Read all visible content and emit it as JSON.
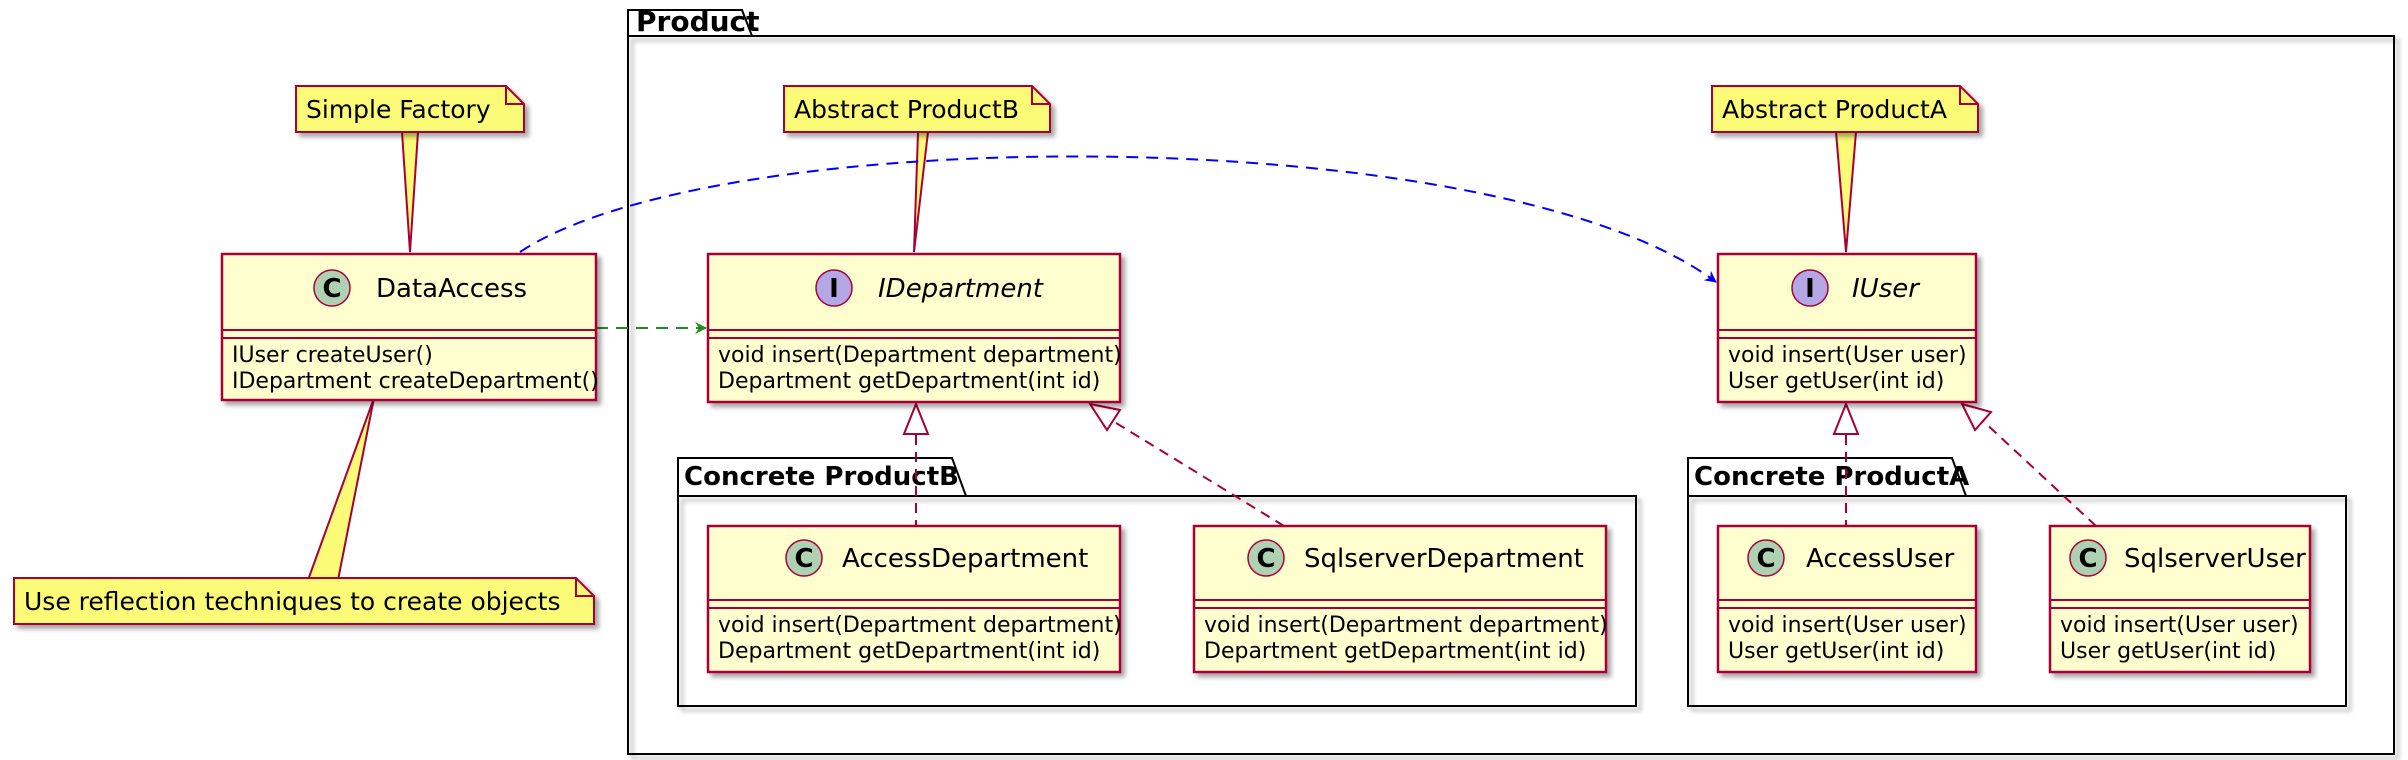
{
  "packages": {
    "product": "Product",
    "concrete_b": "Concrete ProductB",
    "concrete_a": "Concrete ProductA"
  },
  "notes": {
    "simple_factory": "Simple Factory",
    "abstract_b": "Abstract ProductB",
    "abstract_a": "Abstract ProductA",
    "reflection": "Use reflection techniques to create objects"
  },
  "classes": {
    "data_access": {
      "stereotype": "C",
      "name": "DataAccess",
      "methods": [
        "IUser createUser()",
        "IDepartment createDepartment()"
      ]
    },
    "idepartment": {
      "stereotype": "I",
      "name": "IDepartment",
      "methods": [
        "void insert(Department department)",
        "Department getDepartment(int id)"
      ]
    },
    "iuser": {
      "stereotype": "I",
      "name": "IUser",
      "methods": [
        "void insert(User user)",
        "User getUser(int id)"
      ]
    },
    "access_department": {
      "stereotype": "C",
      "name": "AccessDepartment",
      "methods": [
        "void insert(Department department)",
        "Department getDepartment(int id)"
      ]
    },
    "sqlserver_department": {
      "stereotype": "C",
      "name": "SqlserverDepartment",
      "methods": [
        "void insert(Department department)",
        "Department getDepartment(int id)"
      ]
    },
    "access_user": {
      "stereotype": "C",
      "name": "AccessUser",
      "methods": [
        "void insert(User user)",
        "User getUser(int id)"
      ]
    },
    "sqlserver_user": {
      "stereotype": "C",
      "name": "SqlserverUser",
      "methods": [
        "void insert(User user)",
        "User getUser(int id)"
      ]
    }
  },
  "colors": {
    "class_fill": "#fefece",
    "class_border": "#a80036",
    "note_fill": "#fbfb77",
    "note_border": "#a80036",
    "class_icon": "#add1b2",
    "interface_icon": "#b4a7e5",
    "dependency_blue": "#0000ff",
    "dependency_green": "#228b22",
    "package_border": "#000000"
  }
}
